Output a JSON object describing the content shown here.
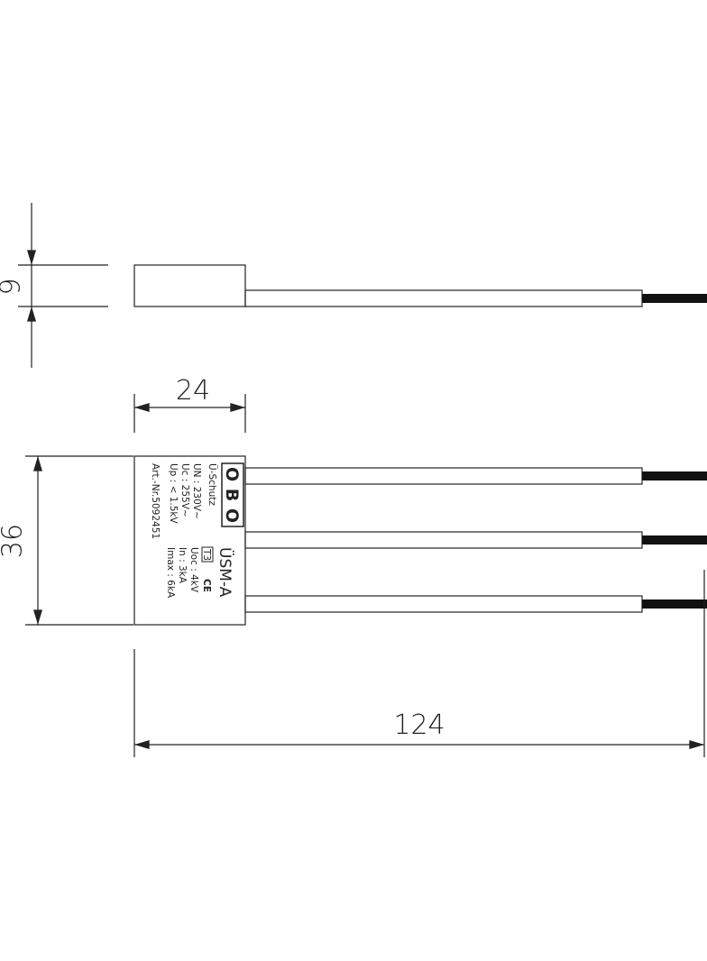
{
  "dimensions": {
    "height": "9",
    "width": "24",
    "depth": "36",
    "length": "124"
  },
  "label": {
    "logo": "OBO",
    "line1": "Ü-Schutz",
    "line2": "UN : 230V~",
    "line3": "Uc : 255V~",
    "line4": "Up : < 1.5kV",
    "art": "Art.-Nr.5092451",
    "model": "ÜSM-A",
    "class": "T3",
    "ce": "CE",
    "spec1": "Uoc :  4kV",
    "spec2": "In  :  3kA",
    "spec3": "Imax :  6kA"
  }
}
